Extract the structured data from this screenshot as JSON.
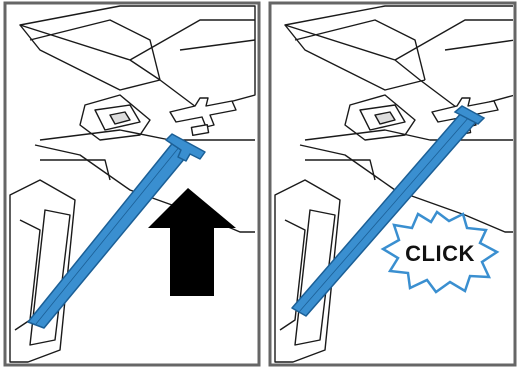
{
  "panels": [
    {
      "id": "left",
      "description_icon": "up-arrow-icon"
    },
    {
      "id": "right",
      "callout": {
        "text": "CLICK"
      }
    }
  ],
  "colors": {
    "strap": "#3a8fd0",
    "strap_edge": "#1b5f96",
    "line": "#1a1a1a",
    "frame": "#555555",
    "arrow": "#000000",
    "burst": "#3a8fd0"
  }
}
